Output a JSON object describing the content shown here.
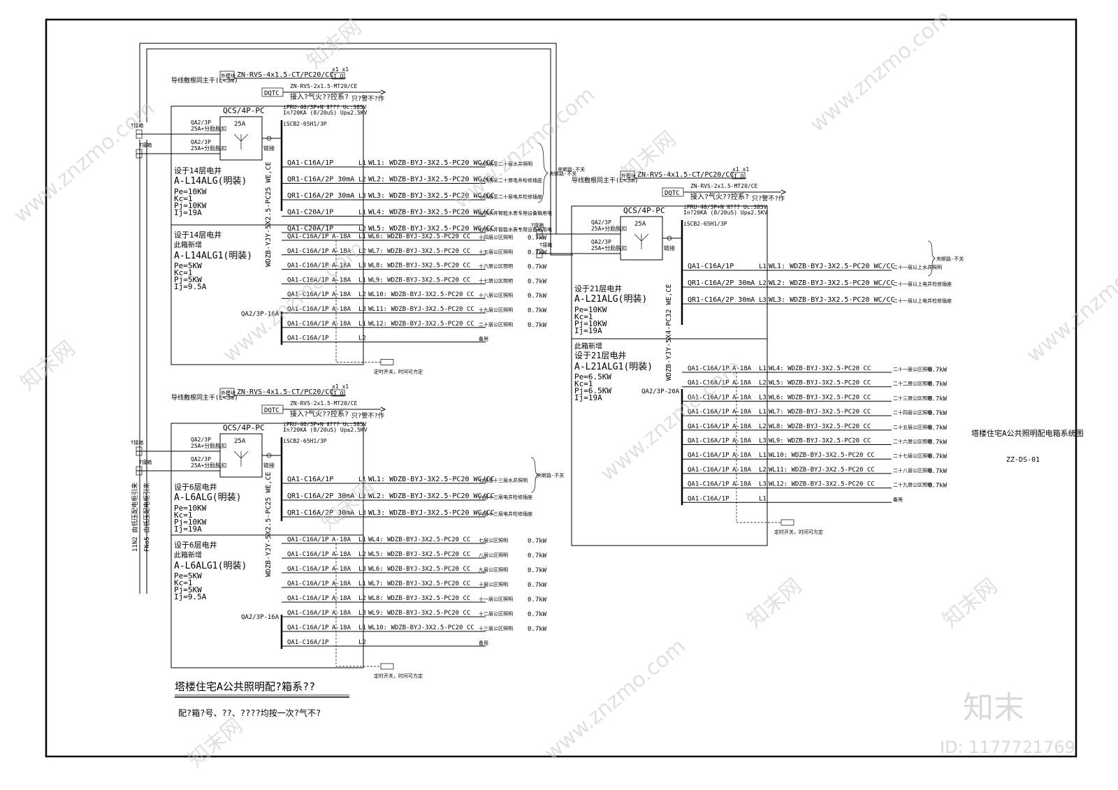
{
  "drawing": {
    "main_title": "塔楼住宅A公共照明配?箱系??",
    "main_note": "配?箱?号、??、????均按一次?气不?",
    "side_title": "塔楼住宅A公共照明配电箱系统图",
    "drawing_no": "ZZ-DS-01"
  },
  "shared": {
    "top_cable": "ZN-RVS-4x1.5-CT/PC20/CC",
    "x1_label": "x1 x1",
    "io_label": "I O",
    "dqtc": "DQTC",
    "module": "外模块",
    "fire_cable": "ZN-RVS-2x1.5-MT20/CE",
    "fire_note": "接入?气火??控系?",
    "fire_note2": "只?警不?作",
    "wire_note": "导线敷根同主干(L<3m)",
    "qa2_a": "QA2/3P",
    "qa2_a_sub": "25A+分励脱扣",
    "qa2_b": "QA2/3P",
    "qa2_b_sub": "25A+分励脱扣",
    "qcs": "QCS/4P-PC",
    "qcs_rating": "25A",
    "link": "链接",
    "spd": "iPRU-40/3P+N Ⅱ??? Uc:385V",
    "spd2": "In?20KA (8/20uS) Up≤2.5KV",
    "iscb": "iSCB2-65H1/3P",
    "timer": "定时开关，时间可方定",
    "spare": "备用",
    "power_kw": "0.7kW",
    "t_source": "T接箱",
    "clip": "夹断路-不关"
  },
  "panel_14": {
    "emerg_title": "设于14层电井",
    "emerg_name": "A-L14ALG(明装)",
    "emerg_params": [
      "Pe=10KW",
      "Kc=1",
      "Pj=10KW",
      "Ij=19A"
    ],
    "feeder": "WDZB-YJY-5X2.5-PC25 WE,CE",
    "emerg_circuits": [
      {
        "breaker": "QA1-C16A/1P",
        "phase": "L1",
        "cable": "WL1: WDZB-BYJ-3X2.5-PC20 WC/CC",
        "desc": "十四层至二十层水井照明"
      },
      {
        "breaker": "QR1-C16A/2P 30mA",
        "phase": "L2",
        "cable": "WL2: WDZB-BYJ-3X2.5-PC20 WC/CC",
        "desc": "十四层至二十层电井检修插座"
      },
      {
        "breaker": "QR1-C16A/2P 30mA",
        "phase": "L3",
        "cable": "WL3: WDZB-BYJ-3X2.5-PC20 WC/CC",
        "desc": "十四层至二十层电井检修插座"
      },
      {
        "breaker": "QA1-C20A/1P",
        "phase": "L1",
        "cable": "WL4: WDZB-BYJ-3X2.5-PC20 WC/CC",
        "desc": "左侧水井智能水表专用设备箱用电"
      },
      {
        "breaker": "QA1-C20A/1P",
        "phase": "L2",
        "cable": "WL5: WDZB-BYJ-3X2.5-PC20 WC/CC",
        "desc": "右侧水井智能水表专用设备箱用电"
      }
    ],
    "new_title": "设于14层电井",
    "new_added": "此箱新增",
    "new_name": "A-L14ALG1(明装)",
    "new_params": [
      "Pe=5KW",
      "Kc=1",
      "Pj=5KW",
      "Ij=9.5A"
    ],
    "new_main": "QA2/3P-16A",
    "new_circuits": [
      {
        "breaker": "QA1-C16A/1P",
        "rcd": "A-18A",
        "phase": "L1",
        "cable": "WL6: WDZB-BYJ-3X2.5-PC20 CC",
        "desc": "十四层公区照明"
      },
      {
        "breaker": "QA1-C16A/1P",
        "rcd": "A-18A",
        "phase": "L2",
        "cable": "WL7: WDZB-BYJ-3X2.5-PC20 CC",
        "desc": "十五层公区照明"
      },
      {
        "breaker": "QA1-C16A/1P",
        "rcd": "A-18A",
        "phase": "L3",
        "cable": "WL8: WDZB-BYJ-3X2.5-PC20 CC",
        "desc": "十六层公区照明"
      },
      {
        "breaker": "QA1-C16A/1P",
        "rcd": "A-18A",
        "phase": "L1",
        "cable": "WL9: WDZB-BYJ-3X2.5-PC20 CC",
        "desc": "十七层公区照明"
      },
      {
        "breaker": "QA1-C16A/1P",
        "rcd": "A-18A",
        "phase": "L2",
        "cable": "WL10: WDZB-BYJ-3X2.5-PC20 CC",
        "desc": "十八层公区照明"
      },
      {
        "breaker": "QA1-C16A/1P",
        "rcd": "A-18A",
        "phase": "L3",
        "cable": "WL11: WDZB-BYJ-3X2.5-PC20 CC",
        "desc": "十九层公区照明"
      },
      {
        "breaker": "QA1-C16A/1P",
        "rcd": "A-18A",
        "phase": "L1",
        "cable": "WL12: WDZB-BYJ-3X2.5-PC20 CC",
        "desc": "二十层公区照明"
      },
      {
        "breaker": "QA1-C16A/1P",
        "rcd": "",
        "phase": "L2",
        "cable": "",
        "desc": "备用"
      }
    ]
  },
  "panel_6": {
    "emerg_title": "设于6层电井",
    "emerg_name": "A-L6ALG(明装)",
    "emerg_params": [
      "Pe=10KW",
      "Kc=1",
      "Pj=10KW",
      "Ij=19A"
    ],
    "feeder": "WDZB-YJY-5X2.5-PC25 WE,CE",
    "vert_1": "11N2 由低压配电柜引来",
    "vert_2": "FNo5 由低压配电柜引来",
    "emerg_circuits": [
      {
        "breaker": "QA1-C16A/1P",
        "phase": "L1",
        "cable": "WL1: WDZB-BYJ-3X2.5-PC20 WC/CC",
        "desc": "七层至十三层水井照明"
      },
      {
        "breaker": "QR1-C16A/2P 30mA",
        "phase": "L2",
        "cable": "WL2: WDZB-BYJ-3X2.5-PC20 WC/CC",
        "desc": "六层十三层电井检修插座"
      },
      {
        "breaker": "QR1-C16A/2P 30mA",
        "phase": "L3",
        "cable": "WL3: WDZB-BYJ-3X2.5-PC20 WC/CC",
        "desc": "六层十三层电井检修插座"
      }
    ],
    "new_title": "设于6层电井",
    "new_added": "此箱新增",
    "new_name": "A-L6ALG1(明装)",
    "new_params": [
      "Pe=5KW",
      "Kc=1",
      "Pj=5KW",
      "Ij=9.5A"
    ],
    "new_main": "QA2/3P-16A",
    "new_circuits": [
      {
        "breaker": "QA1-C16A/1P",
        "rcd": "A-18A",
        "phase": "L1",
        "cable": "WL4: WDZB-BYJ-3X2.5-PC20 CC",
        "desc": "七层公区照明"
      },
      {
        "breaker": "QA1-C16A/1P",
        "rcd": "A-18A",
        "phase": "L2",
        "cable": "WL5: WDZB-BYJ-3X2.5-PC20 CC",
        "desc": "八层公区照明"
      },
      {
        "breaker": "QA1-C16A/1P",
        "rcd": "A-18A",
        "phase": "L3",
        "cable": "WL6: WDZB-BYJ-3X2.5-PC20 CC",
        "desc": "九层公区照明"
      },
      {
        "breaker": "QA1-C16A/1P",
        "rcd": "A-18A",
        "phase": "L1",
        "cable": "WL7: WDZB-BYJ-3X2.5-PC20 CC",
        "desc": "十层公区照明"
      },
      {
        "breaker": "QA1-C16A/1P",
        "rcd": "A-18A",
        "phase": "L2",
        "cable": "WL8: WDZB-BYJ-3X2.5-PC20 CC",
        "desc": "十一层公区照明"
      },
      {
        "breaker": "QA1-C16A/1P",
        "rcd": "A-18A",
        "phase": "L3",
        "cable": "WL9: WDZB-BYJ-3X2.5-PC20 CC",
        "desc": "十二层公区照明"
      },
      {
        "breaker": "QA1-C16A/1P",
        "rcd": "A-18A",
        "phase": "L1",
        "cable": "WL10: WDZB-BYJ-3X2.5-PC20 CC",
        "desc": "十三层公区照明"
      },
      {
        "breaker": "QA1-C16A/1P",
        "rcd": "",
        "phase": "L2",
        "cable": "",
        "desc": "备用"
      }
    ]
  },
  "panel_21": {
    "emerg_title": "设于21层电井",
    "emerg_name": "A-L21ALG(明装)",
    "emerg_params": [
      "Pe=10KW",
      "Kc=1",
      "Pj=10KW",
      "Ij=19A"
    ],
    "feeder": "WDZB-YJY-5X4-PC32 WE,CE",
    "emerg_circuits": [
      {
        "breaker": "QA1-C16A/1P",
        "phase": "L1",
        "cable": "WL1: WDZB-BYJ-3X2.5-PC20 WC/CC",
        "desc": "二十一层以上水井照明"
      },
      {
        "breaker": "QR1-C16A/2P 30mA",
        "phase": "L2",
        "cable": "WL2: WDZB-BYJ-3X2.5-PC20 WC/CC",
        "desc": "二十一层以上电井检修插座"
      },
      {
        "breaker": "QR1-C16A/2P 30mA",
        "phase": "L3",
        "cable": "WL3: WDZB-BYJ-3X2.5-PC20 WC/CC",
        "desc": "二十一层以上电井检修插座"
      }
    ],
    "new_added": "此箱新增",
    "new_title": "设于21层电井",
    "new_name": "A-L21ALG1(明装)",
    "new_params": [
      "Pe=6.5KW",
      "Kc=1",
      "Pj=6.5KW",
      "Ij=19A"
    ],
    "new_main": "QA2/3P-20A",
    "new_circuits": [
      {
        "breaker": "QA1-C16A/1P",
        "rcd": "A-18A",
        "phase": "L1",
        "cable": "WL4: WDZB-BYJ-3X2.5-PC20 CC",
        "desc": "二十一层公区照明"
      },
      {
        "breaker": "QA1-C16A/1P",
        "rcd": "A-18A",
        "phase": "L2",
        "cable": "WL5: WDZB-BYJ-3X2.5-PC20 CC",
        "desc": "二十二层公区照明"
      },
      {
        "breaker": "QA1-C16A/1P",
        "rcd": "A-18A",
        "phase": "L3",
        "cable": "WL6: WDZB-BYJ-3X2.5-PC20 CC",
        "desc": "二十三层公区照明"
      },
      {
        "breaker": "QA1-C16A/1P",
        "rcd": "A-18A",
        "phase": "L1",
        "cable": "WL7: WDZB-BYJ-3X2.5-PC20 CC",
        "desc": "二十四层公区照明"
      },
      {
        "breaker": "QA1-C16A/1P",
        "rcd": "A-18A",
        "phase": "L2",
        "cable": "WL8: WDZB-BYJ-3X2.5-PC20 CC",
        "desc": "二十五层公区照明"
      },
      {
        "breaker": "QA1-C16A/1P",
        "rcd": "A-18A",
        "phase": "L3",
        "cable": "WL9: WDZB-BYJ-3X2.5-PC20 CC",
        "desc": "二十六层公区照明"
      },
      {
        "breaker": "QA1-C16A/1P",
        "rcd": "A-18A",
        "phase": "L1",
        "cable": "WL10: WDZB-BYJ-3X2.5-PC20 CC",
        "desc": "二十七层公区照明"
      },
      {
        "breaker": "QA1-C16A/1P",
        "rcd": "A-18A",
        "phase": "L2",
        "cable": "WL11: WDZB-BYJ-3X2.5-PC20 CC",
        "desc": "二十八层公区照明"
      },
      {
        "breaker": "QA1-C16A/1P",
        "rcd": "A-18A",
        "phase": "L3",
        "cable": "WL12: WDZB-BYJ-3X2.5-PC20 CC",
        "desc": "二十九层公区照明"
      },
      {
        "breaker": "QA1-C16A/1P",
        "rcd": "",
        "phase": "L1",
        "cable": "",
        "desc": "备用"
      }
    ]
  },
  "watermark": {
    "site": "www.znzmo.com",
    "brand": "知末网",
    "logo": "知末",
    "id_label": "ID: 1177721769"
  }
}
